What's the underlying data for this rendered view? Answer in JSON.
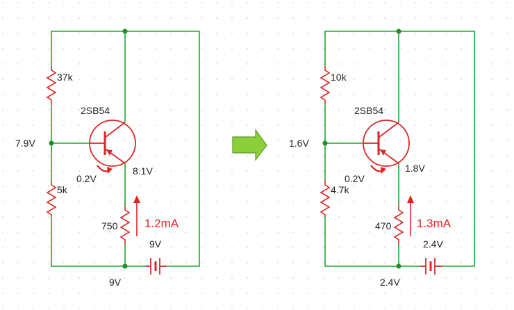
{
  "colors": {
    "wire": "#22a32a",
    "component": "#d52a2a",
    "node": "#1e8f26",
    "text": "#222222",
    "current_text": "#e02323",
    "arrow_fill": "#8ccf3a",
    "arrow_stroke": "#5e9a2a",
    "grid_dot": "#cfcfcf"
  },
  "left": {
    "r_top": "37k",
    "transistor": "2SB54",
    "base_voltage": "7.9V",
    "vbe": "0.2V",
    "r_bottom": "5k",
    "emitter_voltage": "8.1V",
    "r_emitter": "750",
    "current": "1.2mA",
    "battery": "9V",
    "bottom_voltage": "9V"
  },
  "right": {
    "r_top": "10k",
    "transistor": "2SB54",
    "base_voltage": "1.6V",
    "vbe": "0.2V",
    "r_bottom": "4.7k",
    "emitter_voltage": "1.8V",
    "r_emitter": "470",
    "current": "1.3mA",
    "battery": "2.4V",
    "bottom_voltage": "2.4V"
  }
}
